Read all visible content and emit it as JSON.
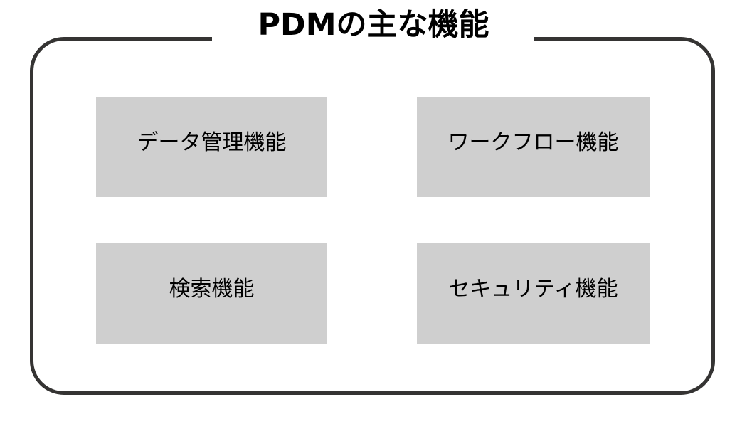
{
  "diagram": {
    "title": "PDMの主な機能",
    "frame": {
      "border_color": "#353433",
      "background": "#ffffff"
    },
    "boxes": [
      {
        "label": "データ管理機能",
        "fill": "#cfcfcf",
        "text_color": "#000000"
      },
      {
        "label": "ワークフロー機能",
        "fill": "#cfcfcf",
        "text_color": "#000000"
      },
      {
        "label": "検索機能",
        "fill": "#cfcfcf",
        "text_color": "#000000"
      },
      {
        "label": "セキュリティ機能",
        "fill": "#cfcfcf",
        "text_color": "#000000"
      }
    ]
  }
}
